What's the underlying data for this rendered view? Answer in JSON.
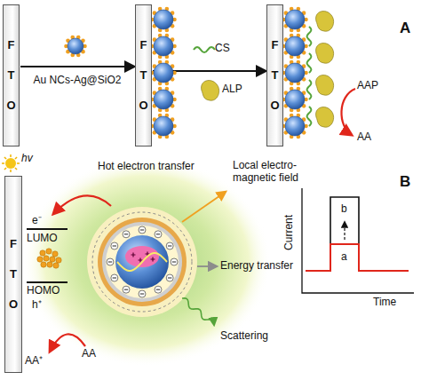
{
  "diagram": {
    "nodes": [
      {
        "text": [
          "FTO"
        ]
      },
      {
        "text": [
          "FTO"
        ]
      },
      {
        "text": [
          "FTO"
        ]
      },
      {
        "text": [
          "FTO"
        ]
      }
    ],
    "edges": [
      {
        "from": 0,
        "to": 1,
        "arrow": "to",
        "label": "Au NCs-Ag@SiO2"
      },
      {
        "from": 1,
        "to": 2,
        "arrow": "to"
      }
    ],
    "labels": [
      "A",
      "CS",
      "ALP",
      "AAP",
      "AA",
      "hv",
      "Hot electron transfer",
      "Local electro- magnetic field",
      "e⁻",
      "LUMO",
      "HOMO",
      "h⁺",
      "AA⁺",
      "AA",
      "Energy transfer",
      "Scattering",
      "B",
      "a",
      "b",
      "Current",
      "Time"
    ]
  }
}
